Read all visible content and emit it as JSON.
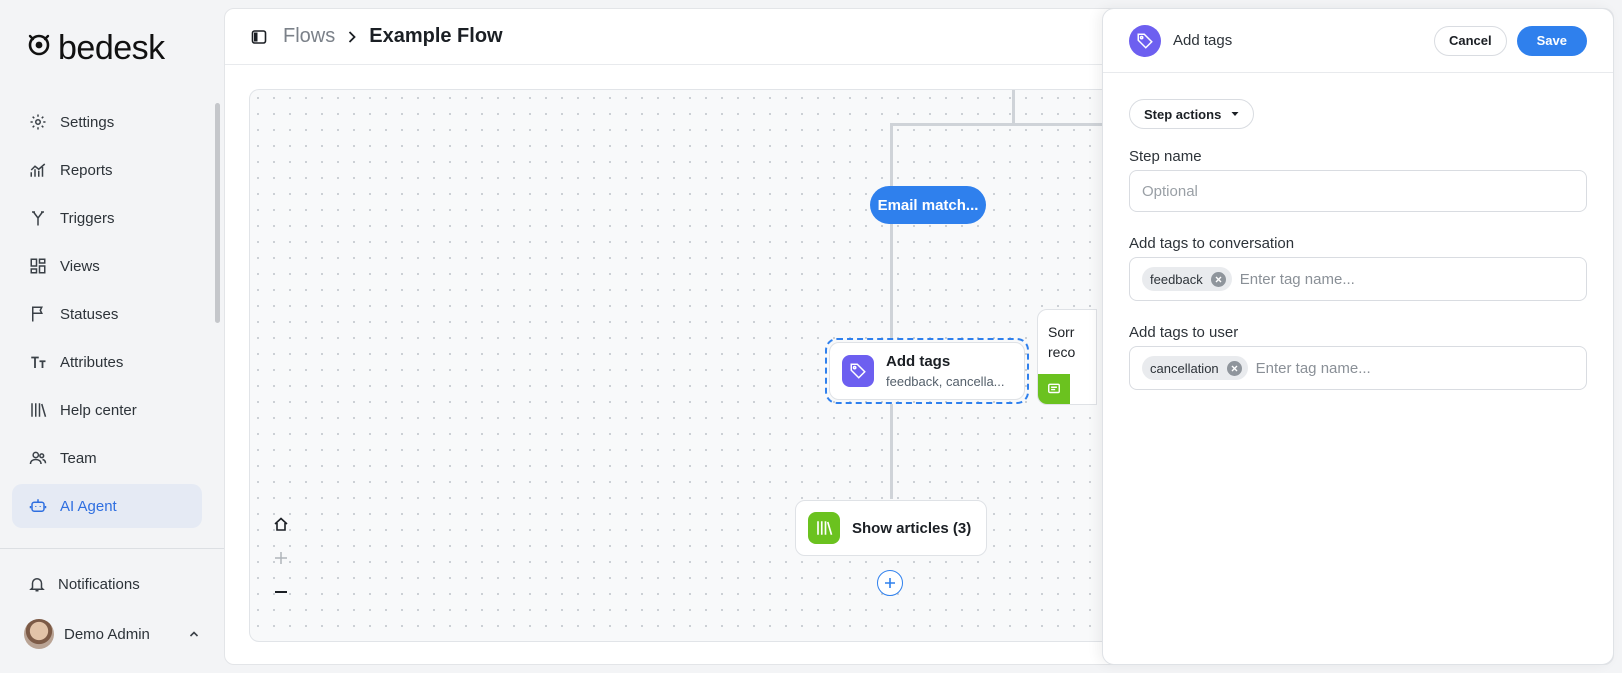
{
  "app": {
    "logo_text": "bedesk"
  },
  "sidebar": {
    "items": [
      {
        "label": "Settings",
        "icon": "gear-icon"
      },
      {
        "label": "Reports",
        "icon": "chart-icon"
      },
      {
        "label": "Triggers",
        "icon": "fork-icon"
      },
      {
        "label": "Views",
        "icon": "grid-icon"
      },
      {
        "label": "Statuses",
        "icon": "flag-icon"
      },
      {
        "label": "Attributes",
        "icon": "text-icon"
      },
      {
        "label": "Help center",
        "icon": "library-icon"
      },
      {
        "label": "Team",
        "icon": "people-icon"
      },
      {
        "label": "AI Agent",
        "icon": "bot-icon",
        "active": true
      }
    ],
    "notifications_label": "Notifications",
    "user_name": "Demo Admin"
  },
  "header": {
    "breadcrumb_parent": "Flows",
    "breadcrumb_current": "Example Flow"
  },
  "canvas": {
    "pill_label": "Email match...",
    "add_tags_node": {
      "title": "Add tags",
      "subtitle": "feedback, cancella..."
    },
    "articles_node": {
      "title": "Show articles (3)"
    },
    "partial_node_text": [
      "Sorr",
      "reco"
    ]
  },
  "panel": {
    "title": "Add tags",
    "cancel_label": "Cancel",
    "save_label": "Save",
    "step_actions_label": "Step actions",
    "step_name_label": "Step name",
    "step_name_placeholder": "Optional",
    "conv_tags_label": "Add tags to conversation",
    "conv_tags": [
      "feedback"
    ],
    "user_tags_label": "Add tags to user",
    "user_tags": [
      "cancellation"
    ],
    "tag_placeholder": "Enter tag name..."
  },
  "colors": {
    "accent": "#2f80ed",
    "tag_purple": "#6d5ff0",
    "articles_green": "#6bc21f"
  }
}
